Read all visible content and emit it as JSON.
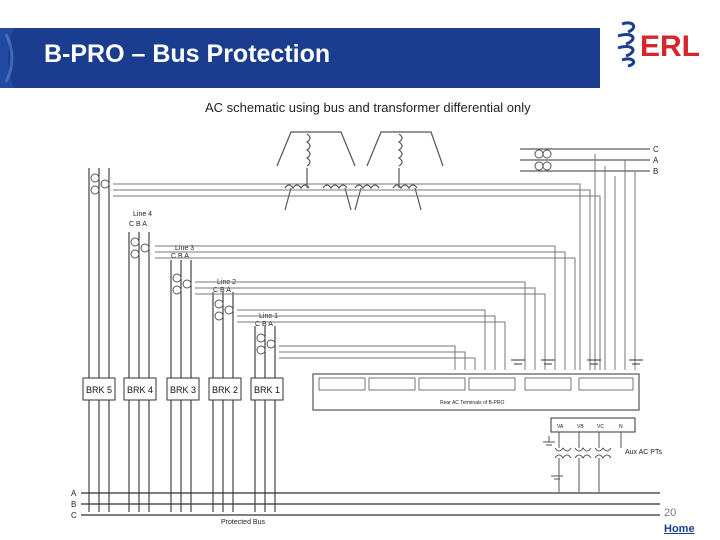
{
  "slide": {
    "title": "B-PRO – Bus Protection",
    "page_number": "20",
    "home_label": "Home",
    "colors": {
      "header_blue": "#1b3d8f",
      "title_text": "#ffffff",
      "logo_blue": "#1b3d8f",
      "logo_red": "#d6262b"
    }
  },
  "logo": {
    "text": "ERL"
  },
  "schematic": {
    "caption": "AC schematic using bus and transformer differential only",
    "lines": [
      "Line 4",
      "Line 3",
      "Line 2",
      "Line 1"
    ],
    "breakers": [
      "BRK 5",
      "BRK 4",
      "BRK 3",
      "BRK 2",
      "BRK 1"
    ],
    "phases_top": [
      "C",
      "A",
      "B"
    ],
    "phases_bus": [
      "A",
      "B",
      "C"
    ],
    "cba": "C B A",
    "terminal_title": "Rear AC Terminals of B-PRO",
    "aux_label": "Aux AC PTs",
    "bus_label": "Protected Bus",
    "pt_labels": [
      "VA",
      "VB",
      "VC",
      "N"
    ]
  }
}
